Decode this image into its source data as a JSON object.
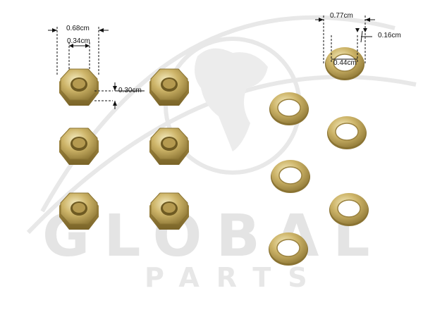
{
  "watermark": {
    "brand_main": "GLOBAL",
    "brand_sub": "PARTS",
    "color": "#e4e4e4"
  },
  "product": {
    "nut_count": 6,
    "washer_count": 6,
    "material_color": "#c9b56a"
  },
  "dimensions": {
    "nut_outer": "0.68cm",
    "nut_inner": "0.34cm",
    "nut_height": "0.30cm",
    "washer_outer": "0.77cm",
    "washer_inner": "0.44cm",
    "washer_thickness": "0.16cm"
  }
}
